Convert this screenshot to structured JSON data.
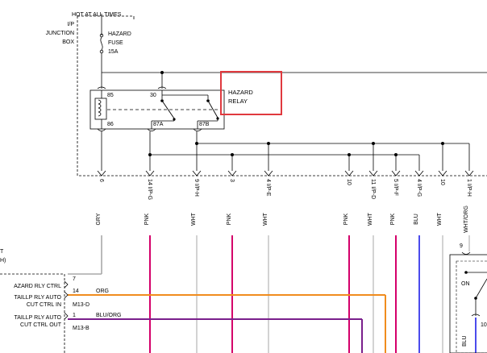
{
  "power": {
    "hot_at_all_times": "HOT AT ALL TIMES",
    "ip": "I/P",
    "junction": "JUNCTION",
    "box": "BOX",
    "fuse_line1": "HAZARD",
    "fuse_line2": "FUSE",
    "fuse_line3": "15A"
  },
  "relay": {
    "title_line1": "HAZARD",
    "title_line2": "RELAY",
    "pin85": "85",
    "pin86": "86",
    "pin30": "30",
    "pin87a": "87A",
    "pin87b": "87B",
    "highlight_color": "#e0393e"
  },
  "connectors": [
    {
      "num": "6",
      "name": "",
      "wire": "GRY"
    },
    {
      "num": "14",
      "name": "I/P-G",
      "wire": "PNK"
    },
    {
      "num": "9",
      "name": "I/P-H",
      "wire": "WHT"
    },
    {
      "num": "3",
      "name": "",
      "wire": "PNK"
    },
    {
      "num": "4",
      "name": "I/P-E",
      "wire": "WHT"
    },
    {
      "num": "10",
      "name": "",
      "wire": "PNK"
    },
    {
      "num": "11",
      "name": "I/P-D",
      "wire": "WHT"
    },
    {
      "num": "5",
      "name": "I/P-F",
      "wire": "PNK"
    },
    {
      "num": "4",
      "name": "I/P-G",
      "wire": "BLU"
    },
    {
      "num": "10",
      "name": "",
      "wire": "WHT"
    },
    {
      "num": "1",
      "name": "I/P-H",
      "wire": "WHT/ORG"
    }
  ],
  "left_module": {
    "top_t": "T",
    "top_h": "H)",
    "pin7": "7",
    "pin14": "14",
    "pin1": "1",
    "hazard_rly_ctrl": "AZARD RLY CTRL",
    "taillp_in_1": "TAILLP RLY AUTO",
    "taillp_in_2": "CUT CTRL IN",
    "taillp_out_1": "TAILLP RLY AUTO",
    "taillp_out_2": "CUT CTRL OUT",
    "org": "ORG",
    "m13d": "M13-D",
    "bluorg": "BLU/ORG",
    "m13b": "M13-B"
  },
  "right_switch": {
    "pin9": "9",
    "on": "ON",
    "wire_blu": "BLU",
    "pin10": "10"
  },
  "colors": {
    "pink": "#d4006a",
    "gray": "#a8a8a8",
    "orange": "#f08c1e",
    "blue": "#1e1ee8",
    "purple": "#7a1f8c",
    "white_wire": "#c8c8c8"
  }
}
